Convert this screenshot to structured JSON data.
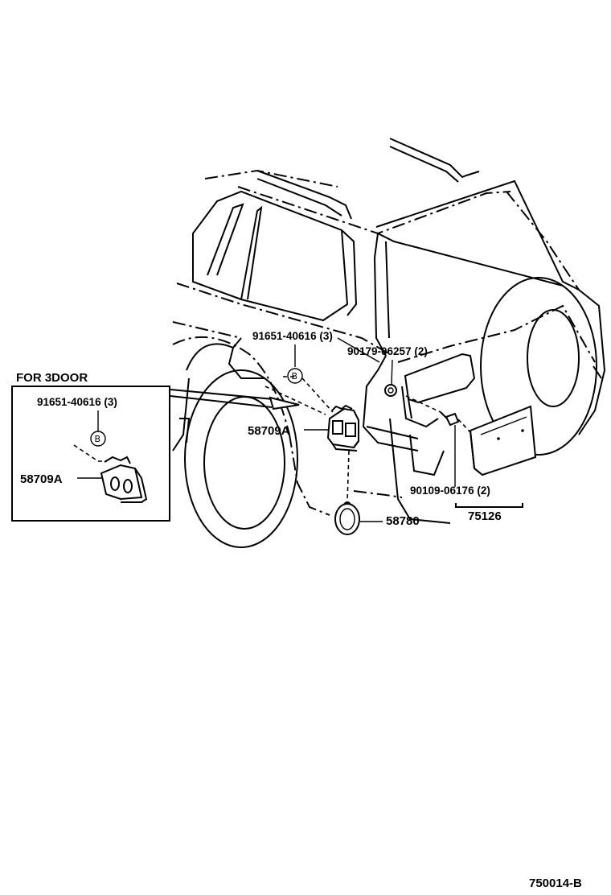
{
  "callouts": {
    "bolt_main": "91651-40616 (3)",
    "bolt_inset": "91651-40616 (3)",
    "nut": "90179-06257 (2)",
    "screw": "90109-06176 (2)",
    "bracket_main": "58709A",
    "bracket_inset": "58709A",
    "grommet": "58780",
    "plate": "75126"
  },
  "markers": {
    "ref_main": "B",
    "ref_inset": "B"
  },
  "inset": {
    "title": "FOR 3DOOR"
  },
  "figure_id": "750014-B"
}
